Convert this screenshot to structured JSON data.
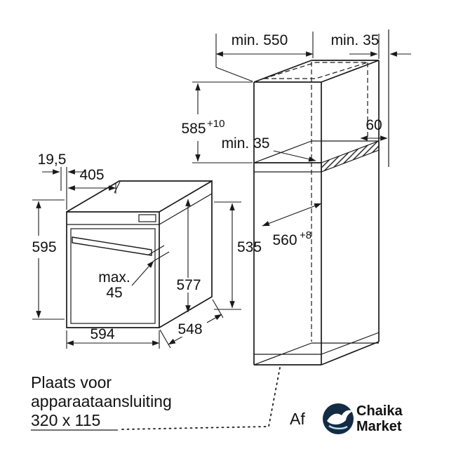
{
  "colors": {
    "line": "#1a1a1a",
    "background": "#ffffff",
    "logo_circle": "#132c44",
    "logo_bird": "#ffffff",
    "logo_wave": "#b9e0f0"
  },
  "cabinet": {
    "depth_label": "min. 550",
    "wall_gap_label": "min. 35",
    "niche_height_label": "585",
    "niche_height_tol": "+10",
    "vent_gap_label": "min. 35",
    "vent_depth_label": "60",
    "lower_depth_label": "560",
    "lower_depth_tol": "+8"
  },
  "oven": {
    "door_protrusion_label": "19,5",
    "top_depth_label": "405",
    "height_label": "595",
    "width_label": "594",
    "depth_label": "548",
    "door_height_label": "577",
    "rear_height_label": "535",
    "handle_max_label": "max.",
    "handle_value_label": "45"
  },
  "notes": {
    "line1": "Plaats voor",
    "line2": "apparaataansluiting",
    "line3": "320 x 115",
    "af_label": "Af"
  },
  "logo": {
    "name_line1": "Chaika",
    "name_line2": "Market"
  }
}
